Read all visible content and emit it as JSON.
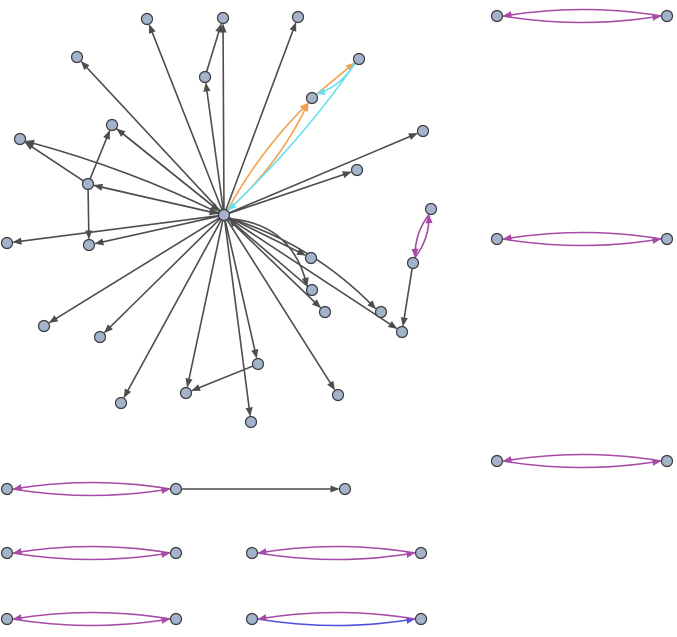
{
  "graph": {
    "type": "directed-multigraph",
    "colors": {
      "default": "#4d4d4d",
      "purple": "#a64ca6",
      "orange": "#f2a04d",
      "cyan": "#66e0f0",
      "blue": "#5050e0",
      "node_fill": "#a3b3cc",
      "node_stroke": "#3d3d3d"
    },
    "nodes": [
      "hub",
      "n1",
      "n2",
      "n3",
      "n4",
      "n5",
      "n6",
      "n7",
      "n8",
      "n9",
      "n10",
      "n11",
      "n12",
      "n13",
      "n14",
      "n15",
      "n16",
      "n17",
      "n18",
      "n19",
      "n20",
      "n21",
      "n22",
      "n23",
      "n24",
      "n25",
      "n26",
      "n27",
      "n28",
      "n29",
      "n30",
      "n31",
      "n32",
      "n33",
      "n34",
      "n35",
      "n36",
      "n37",
      "n38",
      "n39",
      "n40",
      "n41",
      "n42",
      "n43",
      "n44",
      "n45"
    ],
    "edges": [
      {
        "from": "hub",
        "to": "n1",
        "color": "default"
      },
      {
        "from": "hub",
        "to": "n2",
        "color": "default"
      },
      {
        "from": "hub",
        "to": "n3",
        "color": "default"
      },
      {
        "from": "hub",
        "to": "n4",
        "color": "default"
      },
      {
        "from": "hub",
        "to": "n5",
        "color": "default"
      },
      {
        "from": "n5",
        "to": "n2",
        "color": "default"
      },
      {
        "from": "hub",
        "to": "n8",
        "color": "default"
      },
      {
        "from": "hub",
        "to": "n10",
        "color": "default"
      },
      {
        "from": "hub",
        "to": "n11",
        "color": "default"
      },
      {
        "from": "hub",
        "to": "n12",
        "color": "default"
      },
      {
        "from": "hub",
        "to": "n13",
        "color": "default"
      },
      {
        "from": "hub",
        "to": "n14",
        "color": "default"
      },
      {
        "from": "hub",
        "to": "n15",
        "color": "default"
      },
      {
        "from": "hub",
        "to": "n16",
        "color": "default"
      },
      {
        "from": "hub",
        "to": "n17",
        "color": "default"
      },
      {
        "from": "hub",
        "to": "n18",
        "color": "default"
      },
      {
        "from": "hub",
        "to": "n19",
        "color": "default"
      },
      {
        "from": "hub",
        "to": "n20",
        "color": "default"
      },
      {
        "from": "n20",
        "to": "n19",
        "color": "default"
      },
      {
        "from": "hub",
        "to": "n21",
        "color": "default"
      },
      {
        "from": "hub",
        "to": "n22",
        "color": "default"
      },
      {
        "from": "hub",
        "to": "n23",
        "color": "default"
      },
      {
        "from": "hub",
        "to": "n25",
        "color": "default"
      },
      {
        "from": "n24",
        "to": "n25",
        "color": "default"
      },
      {
        "from": "hub",
        "to": "n26",
        "color": "default"
      },
      {
        "from": "n27",
        "to": "hub",
        "color": "default"
      },
      {
        "from": "hub",
        "to": "n27",
        "color": "default"
      },
      {
        "from": "hub",
        "to": "n28",
        "color": "default"
      },
      {
        "from": "n12",
        "to": "n11",
        "color": "default"
      },
      {
        "from": "n12",
        "to": "n10",
        "color": "default"
      },
      {
        "from": "n12",
        "to": "n13",
        "color": "default"
      },
      {
        "from": "n11",
        "to": "hub",
        "color": "default"
      },
      {
        "from": "n12",
        "to": "hub",
        "color": "default"
      },
      {
        "from": "hub",
        "to": "n6",
        "color": "orange"
      },
      {
        "from": "hub",
        "to": "n6",
        "color": "orange"
      },
      {
        "from": "n6",
        "to": "n7",
        "color": "orange"
      },
      {
        "from": "n7",
        "to": "n6",
        "color": "cyan"
      },
      {
        "from": "n7",
        "to": "hub",
        "color": "cyan"
      },
      {
        "from": "n9",
        "to": "n24",
        "color": "purple"
      },
      {
        "from": "n24",
        "to": "n9",
        "color": "purple"
      },
      {
        "from": "n29",
        "to": "n30",
        "color": "purple"
      },
      {
        "from": "n30",
        "to": "n29",
        "color": "purple"
      },
      {
        "from": "n31",
        "to": "n32",
        "color": "purple"
      },
      {
        "from": "n32",
        "to": "n31",
        "color": "purple"
      },
      {
        "from": "n33",
        "to": "n34",
        "color": "purple"
      },
      {
        "from": "n34",
        "to": "n33",
        "color": "purple"
      },
      {
        "from": "n35",
        "to": "n36",
        "color": "purple"
      },
      {
        "from": "n36",
        "to": "n35",
        "color": "purple"
      },
      {
        "from": "n36",
        "to": "n37",
        "color": "default"
      },
      {
        "from": "n38",
        "to": "n39",
        "color": "purple"
      },
      {
        "from": "n39",
        "to": "n38",
        "color": "purple"
      },
      {
        "from": "n40",
        "to": "n41",
        "color": "purple"
      },
      {
        "from": "n41",
        "to": "n40",
        "color": "purple"
      },
      {
        "from": "n42",
        "to": "n43",
        "color": "purple"
      },
      {
        "from": "n43",
        "to": "n42",
        "color": "purple"
      },
      {
        "from": "n44",
        "to": "n45",
        "color": "blue"
      },
      {
        "from": "n45",
        "to": "n44",
        "color": "purple"
      }
    ]
  }
}
